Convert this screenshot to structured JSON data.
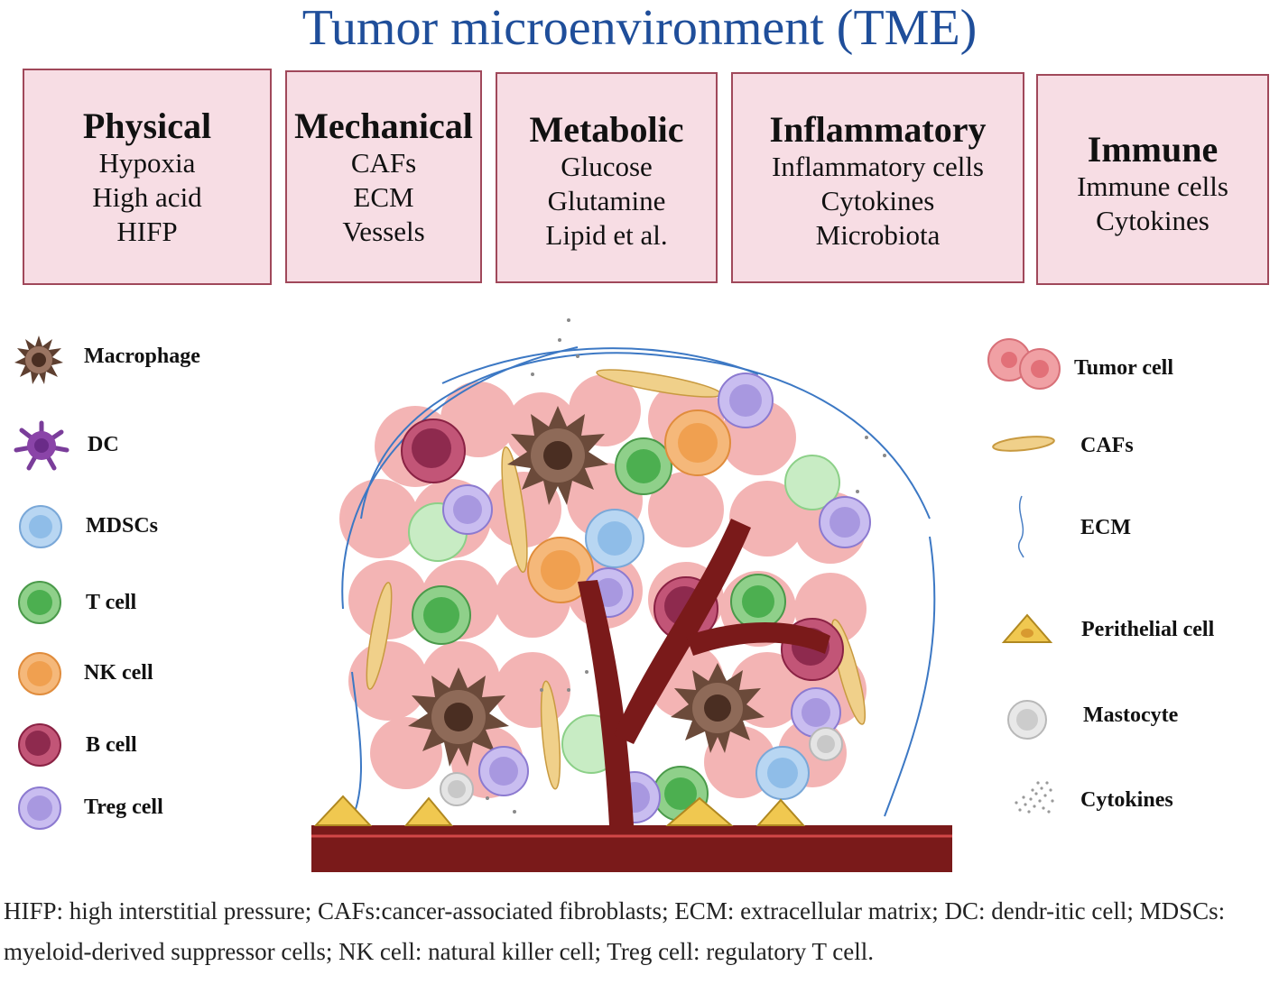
{
  "title": "Tumor microenvironment (TME)",
  "categories": [
    {
      "title": "Physical",
      "items": [
        "Hypoxia",
        "High acid",
        "HIFP"
      ]
    },
    {
      "title": "Mechanical",
      "items": [
        "CAFs",
        "ECM",
        "Vessels"
      ]
    },
    {
      "title": "Metabolic",
      "items": [
        "Glucose",
        "Glutamine",
        "Lipid et al."
      ]
    },
    {
      "title": "Inflammatory",
      "items": [
        "Inflammatory cells",
        "Cytokines",
        "Microbiota"
      ]
    },
    {
      "title": "Immune",
      "items": [
        "Immune cells",
        "Cytokines"
      ]
    }
  ],
  "legend_left": [
    {
      "label": "Macrophage",
      "icon": "macrophage-icon",
      "color": "#6b4a3a"
    },
    {
      "label": "DC",
      "icon": "dc-icon",
      "color": "#8a44a8"
    },
    {
      "label": "MDSCs",
      "icon": "mdsc-icon",
      "color": "#8fbde8"
    },
    {
      "label": "T cell",
      "icon": "t-cell-icon",
      "color": "#5cb85c"
    },
    {
      "label": "NK cell",
      "icon": "nk-cell-icon",
      "color": "#f0a050"
    },
    {
      "label": "B cell",
      "icon": "b-cell-icon",
      "color": "#a83a5c"
    },
    {
      "label": "Treg cell",
      "icon": "treg-cell-icon",
      "color": "#b5a8e6"
    }
  ],
  "legend_right": [
    {
      "label": "Tumor cell",
      "icon": "tumor-cell-icon",
      "color": "#e88a90"
    },
    {
      "label": "CAFs",
      "icon": "caf-icon",
      "color": "#e8c46a"
    },
    {
      "label": "ECM",
      "icon": "ecm-icon",
      "color": "#4a7fc4"
    },
    {
      "label": "Perithelial cell",
      "icon": "perithelial-cell-icon",
      "color": "#f0c850"
    },
    {
      "label": "Mastocyte",
      "icon": "mastocyte-icon",
      "color": "#cccccc"
    },
    {
      "label": "Cytokines",
      "icon": "cytokines-icon",
      "color": "#888888"
    }
  ],
  "caption": "HIFP: high interstitial pressure; CAFs:cancer-associated fibroblasts; ECM: extracellular matrix; DC: dendr-itic cell; MDSCs: myeloid-derived suppressor cells; NK cell: natural killer cell; Treg cell: regulatory T cell."
}
